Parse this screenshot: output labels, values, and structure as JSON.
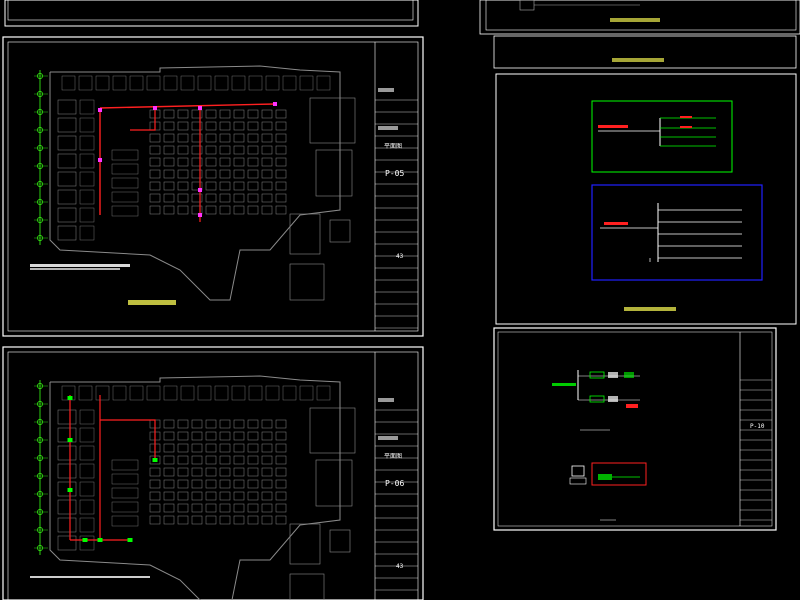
{
  "sheets": [
    {
      "sheet_no": "P-05",
      "table_index": "43",
      "title_label": "平面图"
    },
    {
      "sheet_no": "P-06",
      "table_index": "43",
      "title_label": "平面图"
    }
  ],
  "right_sheet": {
    "sheet_no": "P-10"
  },
  "colors": {
    "background": "#000000",
    "frame": "#ffffff",
    "walls": "#8a8a8a",
    "dimension_axis": "#39ff14",
    "route_red": "#ff2020",
    "route_magenta": "#ff33ff",
    "panel_green": "#00ff00",
    "panel_blue": "#2020ff",
    "caption_yellow": "#ffff55"
  }
}
